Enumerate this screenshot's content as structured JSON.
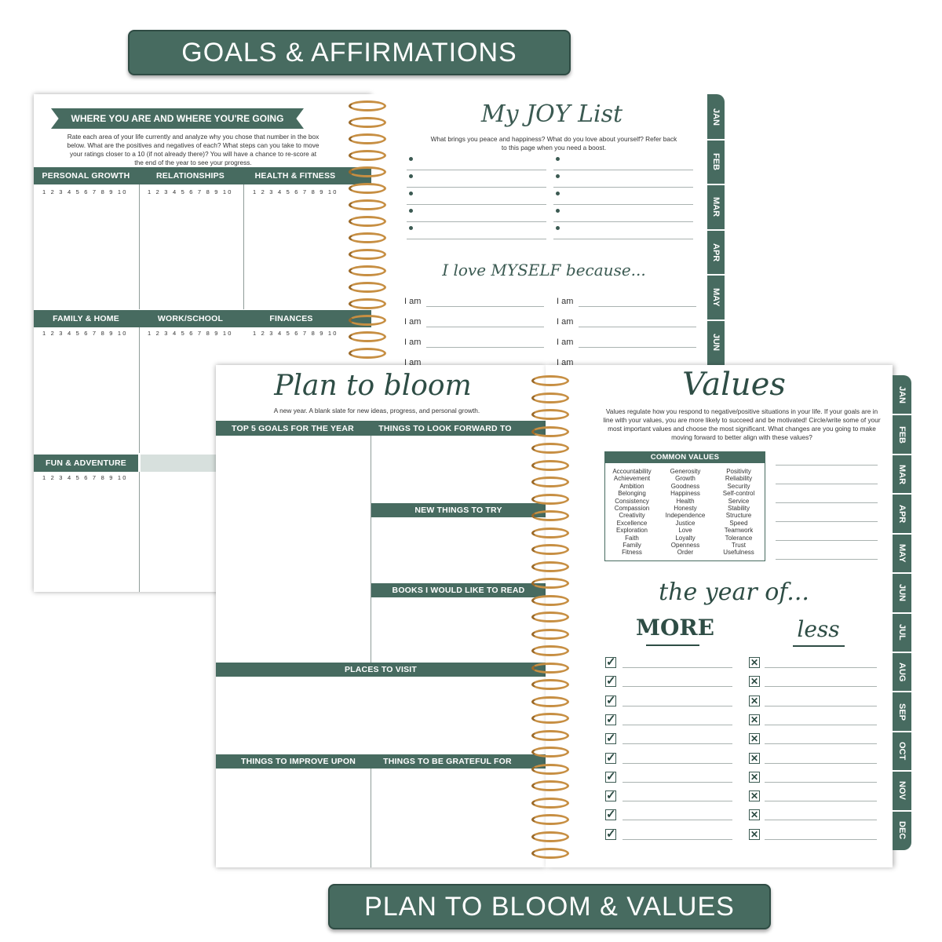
{
  "banners": {
    "top": "GOALS & AFFIRMATIONS",
    "bottom": "PLAN TO BLOOM & VALUES"
  },
  "goals_page": {
    "title": "WHERE YOU ARE AND WHERE YOU'RE GOING",
    "instructions": "Rate each area of your life currently and analyze why you chose that number in the box below. What are the positives and negatives of each? What steps can you take to move your ratings closer to a 10 (if not already there)? You will have a chance to re-score at the end of the year to see your progress.",
    "scale": "1 2 3 4 5 6 7 8 9 10",
    "categories": [
      "PERSONAL GROWTH",
      "RELATIONSHIPS",
      "HEALTH & FITNESS",
      "FAMILY & HOME",
      "WORK/SCHOOL",
      "FINANCES",
      "FUN & ADVENTURE"
    ]
  },
  "joy_page": {
    "title": "My JOY List",
    "subtitle": "What brings you peace and happiness? What do you love about yourself? Refer back to this page when you need a boost.",
    "love_title": "I love MYSELF because...",
    "iam": "I am"
  },
  "bloom_page": {
    "title": "Plan to bloom",
    "subtitle": "A new year. A blank slate for new ideas, progress, and personal growth.",
    "sections": {
      "top5": "TOP 5 GOALS FOR THE YEAR",
      "forward": "THINGS TO LOOK FORWARD TO",
      "new": "NEW THINGS TO TRY",
      "books": "BOOKS I WOULD LIKE TO READ",
      "places": "PLACES TO VISIT",
      "improve": "THINGS TO IMPROVE UPON",
      "grateful": "THINGS TO BE GRATEFUL FOR"
    }
  },
  "values_page": {
    "title": "Values",
    "intro": "Values regulate how you respond to negative/positive situations in your life. If your goals are in line with your values, you are more likely to succeed and be motivated! Circle/write some of your most important values and choose the most significant. What changes are you going to make moving forward to better align with these values?",
    "common_title": "COMMON VALUES",
    "col1": "Accountability\nAchievement\nAmbition\nBelonging\nConsistency\nCompassion\nCreativity\nExcellence\nExploration\nFaith\nFamily\nFitness",
    "col2": "Generosity\nGrowth\nGoodness\nHappiness\nHealth\nHonesty\nIndependence\nJustice\nLove\nLoyalty\nOpenness\nOrder",
    "col3": "Positivity\nReliability\nSecurity\nSelf-control\nService\nStability\nStructure\nSpeed\nTeamwork\nTolerance\nTrust\nUsefulness",
    "year_of": "the year of...",
    "more": "MORE",
    "less": "less"
  },
  "months_top": [
    "JAN",
    "FEB",
    "MAR",
    "APR",
    "MAY",
    "JUN"
  ],
  "months_bottom": [
    "JAN",
    "FEB",
    "MAR",
    "APR",
    "MAY",
    "JUN",
    "JUL",
    "AUG",
    "SEP",
    "OCT",
    "NOV",
    "DEC"
  ],
  "colors": {
    "accent": "#476b60",
    "spiral": "#c78f43"
  }
}
